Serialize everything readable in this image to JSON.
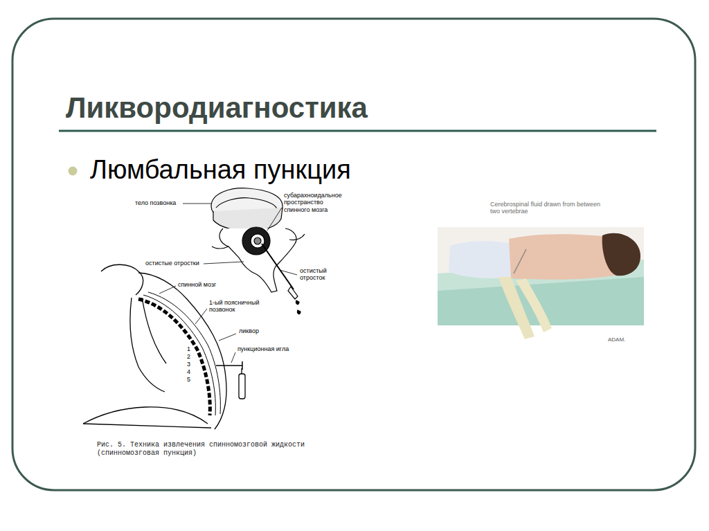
{
  "diagram": {
    "title": "Ликвородиагностика",
    "caption": "Рис. 5. Техника извлечения спинномозговой жидкости (спинномозговая пункция)",
    "labels": [
      "Люмбальная пункция",
      "тело позвонка",
      "субарахноидальное пространство спинного мозга",
      "остистые отростки",
      "спинной мозг",
      "1-ый поясничный позвонок",
      "ликвор",
      "пункционная игла",
      "остистый отросток",
      "1",
      "2",
      "3",
      "4",
      "5",
      "Cerebrospinal fluid drawn from between two vertebrae",
      "ADAM."
    ]
  }
}
